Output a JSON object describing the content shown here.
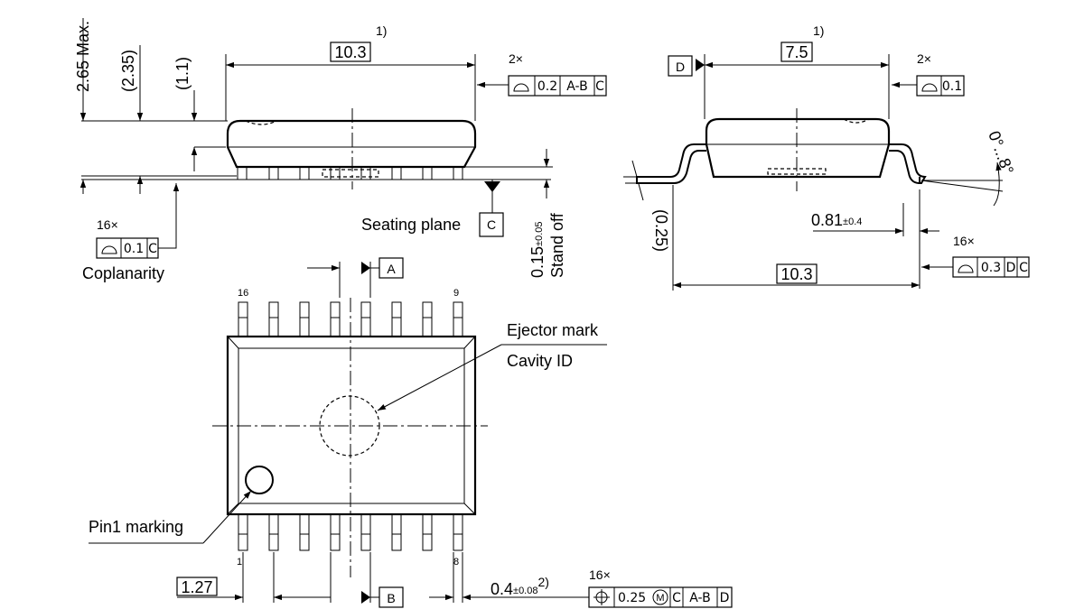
{
  "front_view": {
    "height_max": "2.65 Max.",
    "height_ref": "(2.35)",
    "body_ref": "(1.1)",
    "note_marker": "1)",
    "length_dim": "10.3",
    "tol_multiplier": "2×",
    "tol_value": "0.2",
    "tol_datum_ab": "A-B",
    "tol_datum_c": "C",
    "coplanarity_multiplier": "16×",
    "coplanarity_value": "0.1",
    "coplanarity_datum": "C",
    "coplanarity_label": "Coplanarity",
    "seating_plane_label": "Seating plane",
    "seating_datum": "C",
    "standoff_value": "0.15",
    "standoff_tol": "±0.05",
    "standoff_label": "Stand off"
  },
  "side_view": {
    "note_marker": "1)",
    "datum_d": "D",
    "width_dim": "7.5",
    "tol_multiplier": "2×",
    "tol_value": "0.1",
    "angle_label_low": "0°",
    "angle_label_high": "8°",
    "angle_dots": "...",
    "lead_ref": "(0.25)",
    "foot_length": "0.81",
    "foot_tol": "±0.4",
    "profile_multiplier": "16×",
    "profile_value": "0.3",
    "profile_datum_d": "D",
    "profile_datum_c": "C",
    "span_dim": "10.3"
  },
  "top_view": {
    "datum_a": "A",
    "datum_b": "B",
    "pin_16": "16",
    "pin_9": "9",
    "pin_1": "1",
    "pin_8": "8",
    "ejector_label": "Ejector mark",
    "cavity_label": "Cavity ID",
    "pin1_label": "Pin1 marking",
    "pitch_dim": "1.27",
    "lead_width": "0.4",
    "lead_width_tol": "±0.08",
    "lead_width_note": "2)",
    "pos_multiplier": "16×",
    "pos_value": "0.25",
    "pos_modifier": "M",
    "pos_datum_c": "C",
    "pos_datum_ab": "A-B",
    "pos_datum_d": "D"
  }
}
